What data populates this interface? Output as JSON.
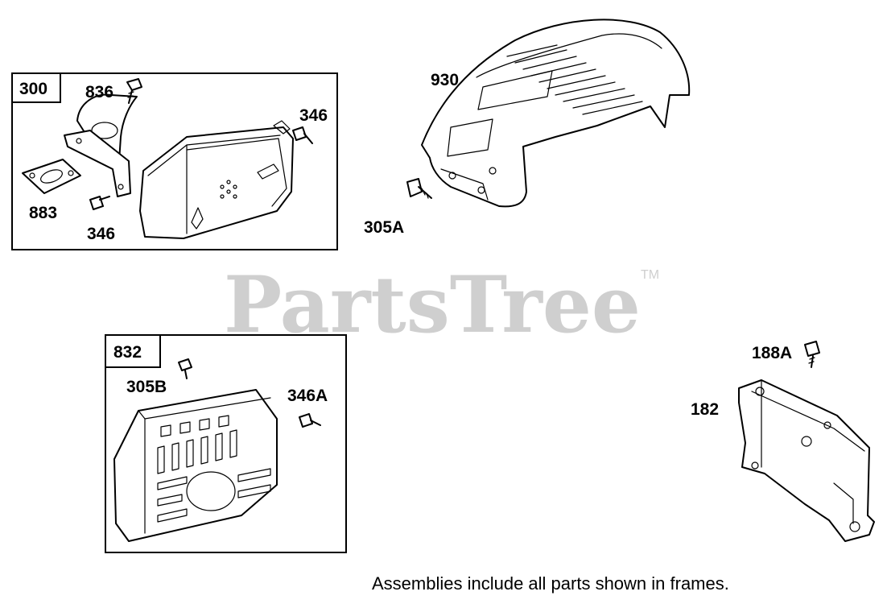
{
  "watermark": {
    "brand": "PartsTree",
    "trademark": "TM"
  },
  "frames": [
    {
      "id": "300",
      "label": "300"
    },
    {
      "id": "832",
      "label": "832"
    }
  ],
  "labels": {
    "p836": "836",
    "p346_top": "346",
    "p883": "883",
    "p346_bottom": "346",
    "p930": "930",
    "p305A": "305A",
    "p305B": "305B",
    "p346A": "346A",
    "p188A": "188A",
    "p182": "182"
  },
  "footnote": "Assemblies include all parts shown in frames."
}
